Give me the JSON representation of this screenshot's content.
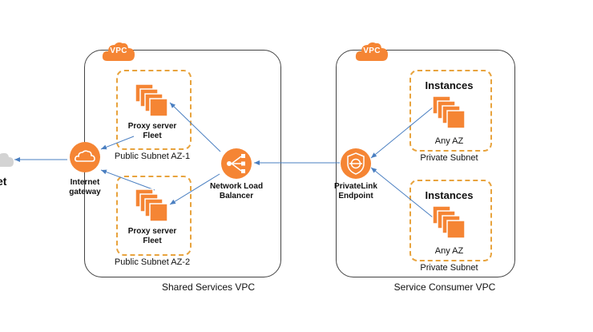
{
  "vpcs": {
    "shared": {
      "badge": "VPC",
      "caption": "Shared Services VPC"
    },
    "consumer": {
      "badge": "VPC",
      "caption": "Service Consumer VPC"
    }
  },
  "internet": {
    "label": "et"
  },
  "gateway": {
    "line1": "Internet",
    "line2": "gateway"
  },
  "proxy_az1": {
    "line1": "Proxy server",
    "line2": "Fleet",
    "subnet_label": "Public Subnet AZ-1"
  },
  "proxy_az2": {
    "line1": "Proxy server",
    "line2": "Fleet",
    "subnet_label": "Public Subnet AZ-2"
  },
  "nlb": {
    "line1": "Network Load",
    "line2": "Balancer"
  },
  "privatelink": {
    "line1": "PrivateLink",
    "line2": "Endpoint"
  },
  "instances_1": {
    "title": "Instances",
    "az": "Any AZ",
    "subnet_label": "Private Subnet"
  },
  "instances_2": {
    "title": "Instances",
    "az": "Any AZ",
    "subnet_label": "Private Subnet"
  },
  "colors": {
    "accent": "#f58534",
    "subnet_border": "#e8a33d",
    "arrow": "#4a7fc1",
    "box_border": "#444444"
  }
}
